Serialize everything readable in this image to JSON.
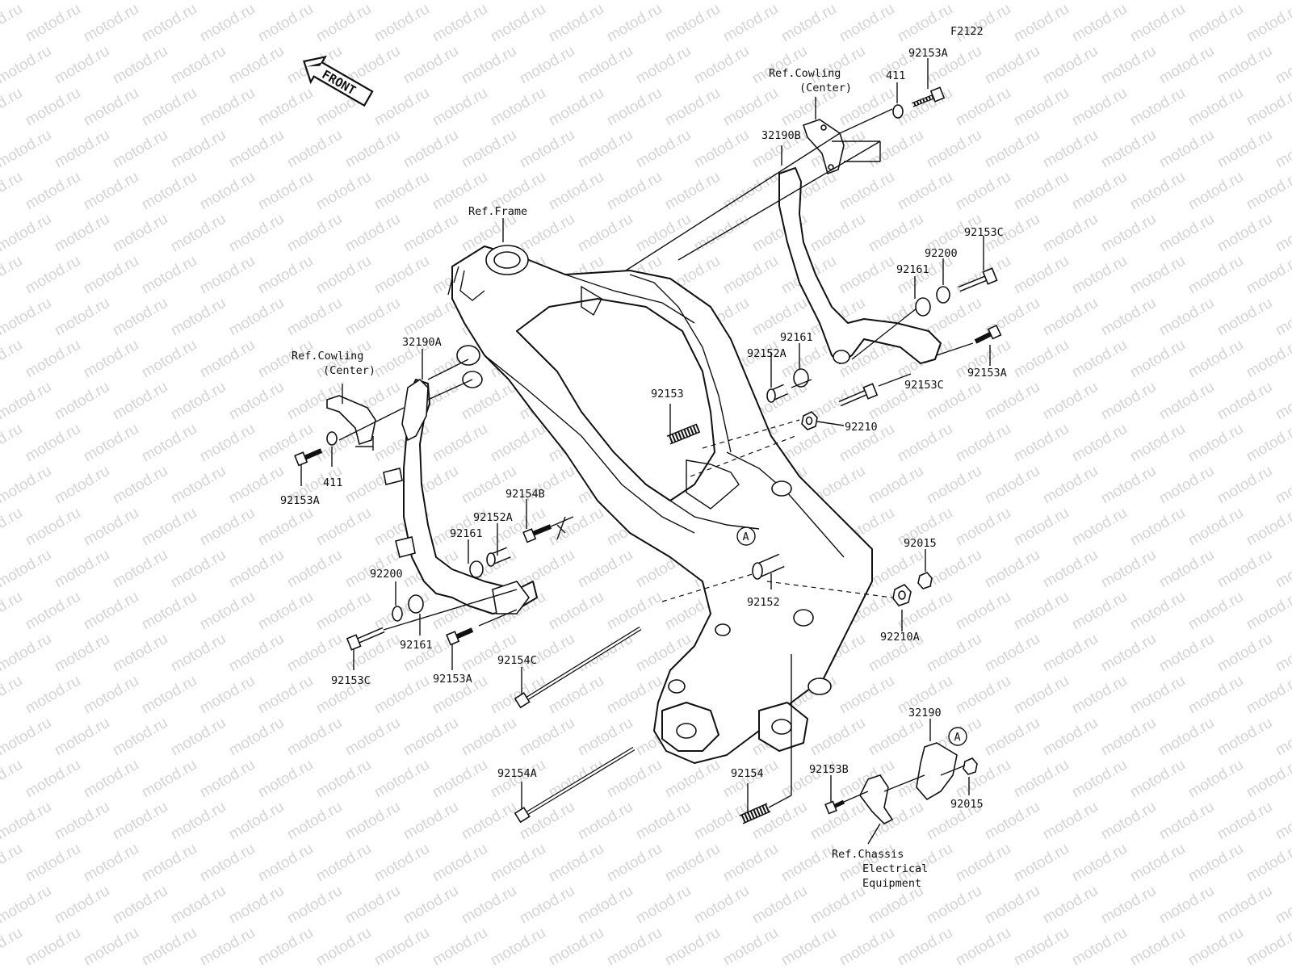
{
  "diagram_code": "F2122",
  "watermark_text": "motod.ru",
  "front_arrow_text": "FRONT",
  "circle_marker": "A",
  "refs": {
    "frame": "Ref.Frame",
    "cowling_line1": "Ref.Cowling",
    "cowling_line2": "(Center)",
    "chassis_line1": "Ref.Chassis",
    "chassis_line2": "Electrical",
    "chassis_line3": "Equipment"
  },
  "parts": {
    "p92153A": "92153A",
    "p411": "411",
    "p32190B": "32190B",
    "p32190A": "32190A",
    "p32190": "32190",
    "p92153C": "92153C",
    "p92200": "92200",
    "p92161": "92161",
    "p92152A": "92152A",
    "p92153": "92153",
    "p92210": "92210",
    "p92210A": "92210A",
    "p92154B": "92154B",
    "p92154C": "92154C",
    "p92154A": "92154A",
    "p92154": "92154",
    "p92152": "92152",
    "p92015": "92015",
    "p92153B": "92153B"
  }
}
